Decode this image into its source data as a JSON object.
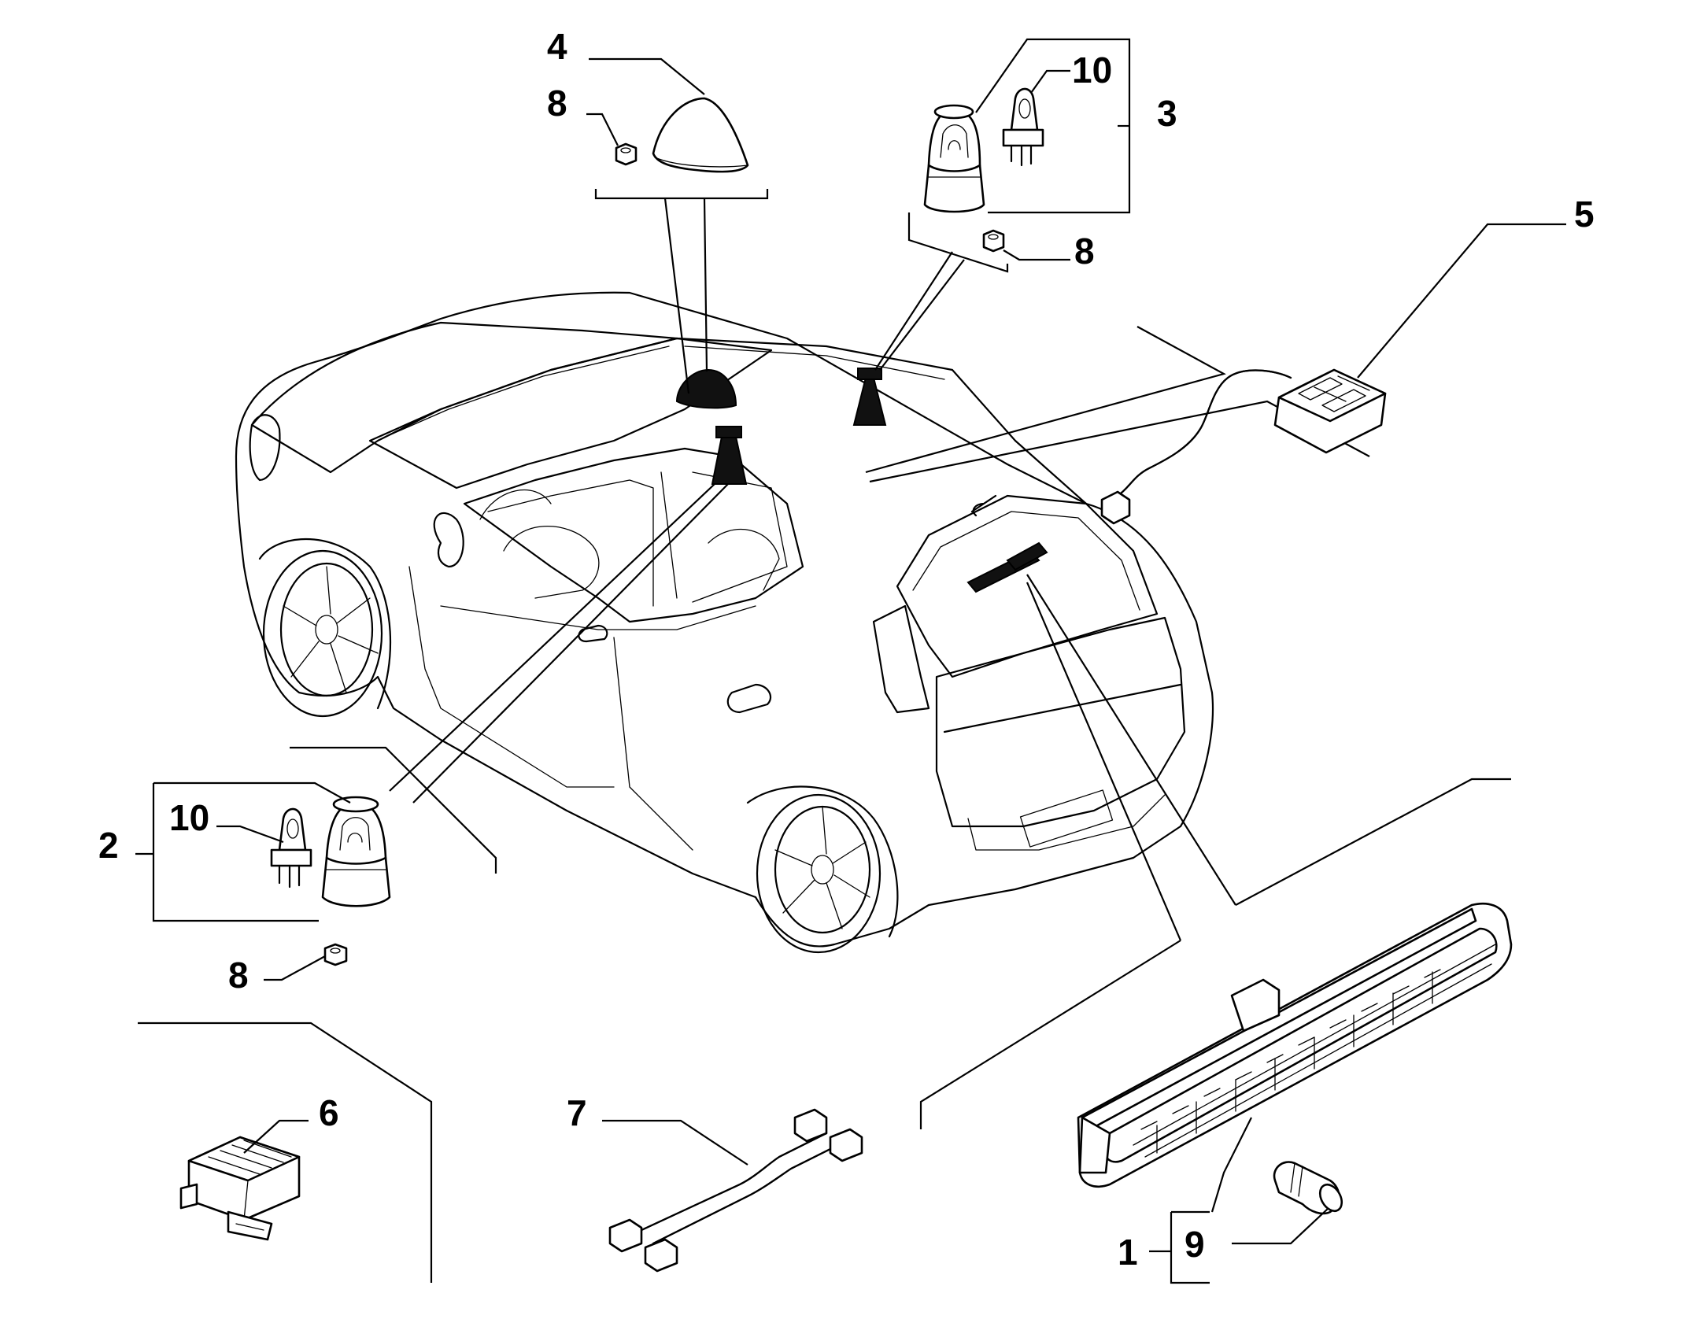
{
  "parts": [
    {
      "id": "part-1",
      "label": "1",
      "icon": "third-brake-light-icon"
    },
    {
      "id": "part-2",
      "label": "2",
      "icon": "rotating-beacon-icon"
    },
    {
      "id": "part-3",
      "label": "3",
      "icon": "rotating-beacon-icon"
    },
    {
      "id": "part-4",
      "label": "4",
      "icon": "beacon-cover-icon"
    },
    {
      "id": "part-5",
      "label": "5",
      "icon": "switch-panel-icon"
    },
    {
      "id": "part-6",
      "label": "6",
      "icon": "control-unit-icon"
    },
    {
      "id": "part-7",
      "label": "7",
      "icon": "wiring-harness-icon"
    },
    {
      "id": "part-8a",
      "label": "8",
      "icon": "nut-icon"
    },
    {
      "id": "part-8b",
      "label": "8",
      "icon": "nut-icon"
    },
    {
      "id": "part-8c",
      "label": "8",
      "icon": "nut-icon"
    },
    {
      "id": "part-9",
      "label": "9",
      "icon": "bulb-icon"
    },
    {
      "id": "part-10a",
      "label": "10",
      "icon": "bulb-holder-icon"
    },
    {
      "id": "part-10b",
      "label": "10",
      "icon": "bulb-holder-icon"
    }
  ],
  "colors": {
    "line": "#000000",
    "background": "#ffffff"
  }
}
